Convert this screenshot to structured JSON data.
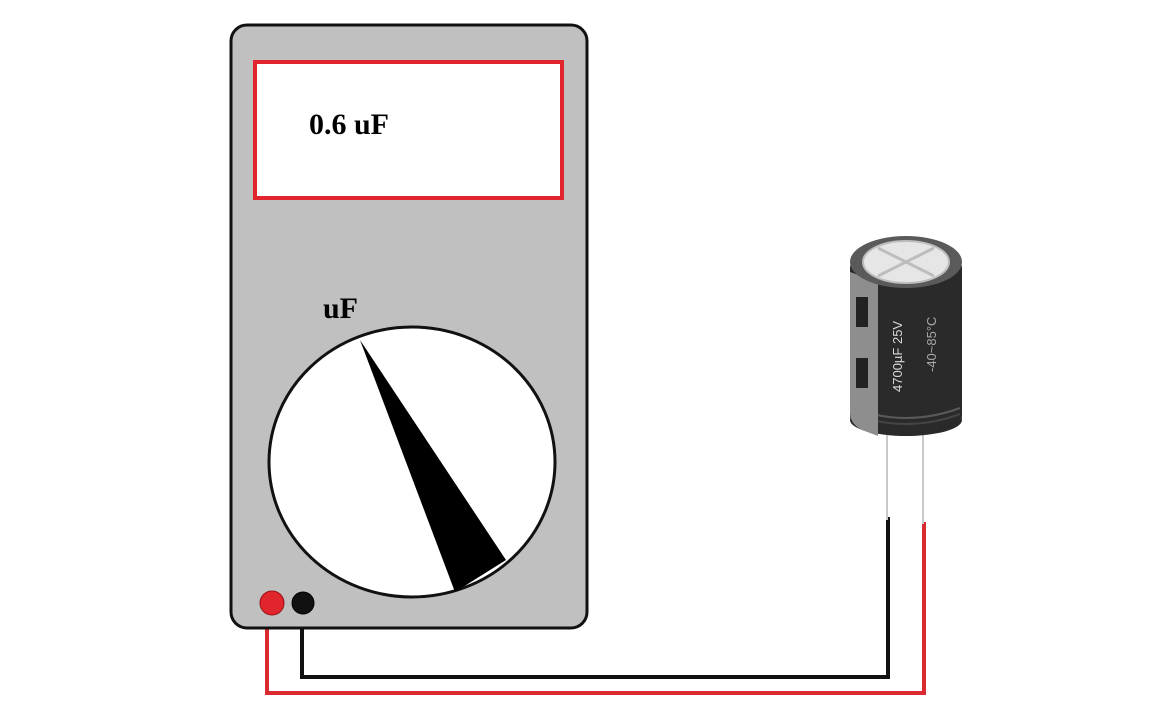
{
  "meter": {
    "display_reading": "0.6 uF",
    "dial_label": "uF"
  },
  "capacitor": {
    "marking_main": "4700µF 25V",
    "marking_secondary": "-40~85°C"
  },
  "colors": {
    "meter_body": "#c0c0c0",
    "display_border": "#e0262c",
    "positive_lead": "#d82a2f",
    "negative_lead": "#111111",
    "capacitor_body": "#2a2a2a"
  }
}
